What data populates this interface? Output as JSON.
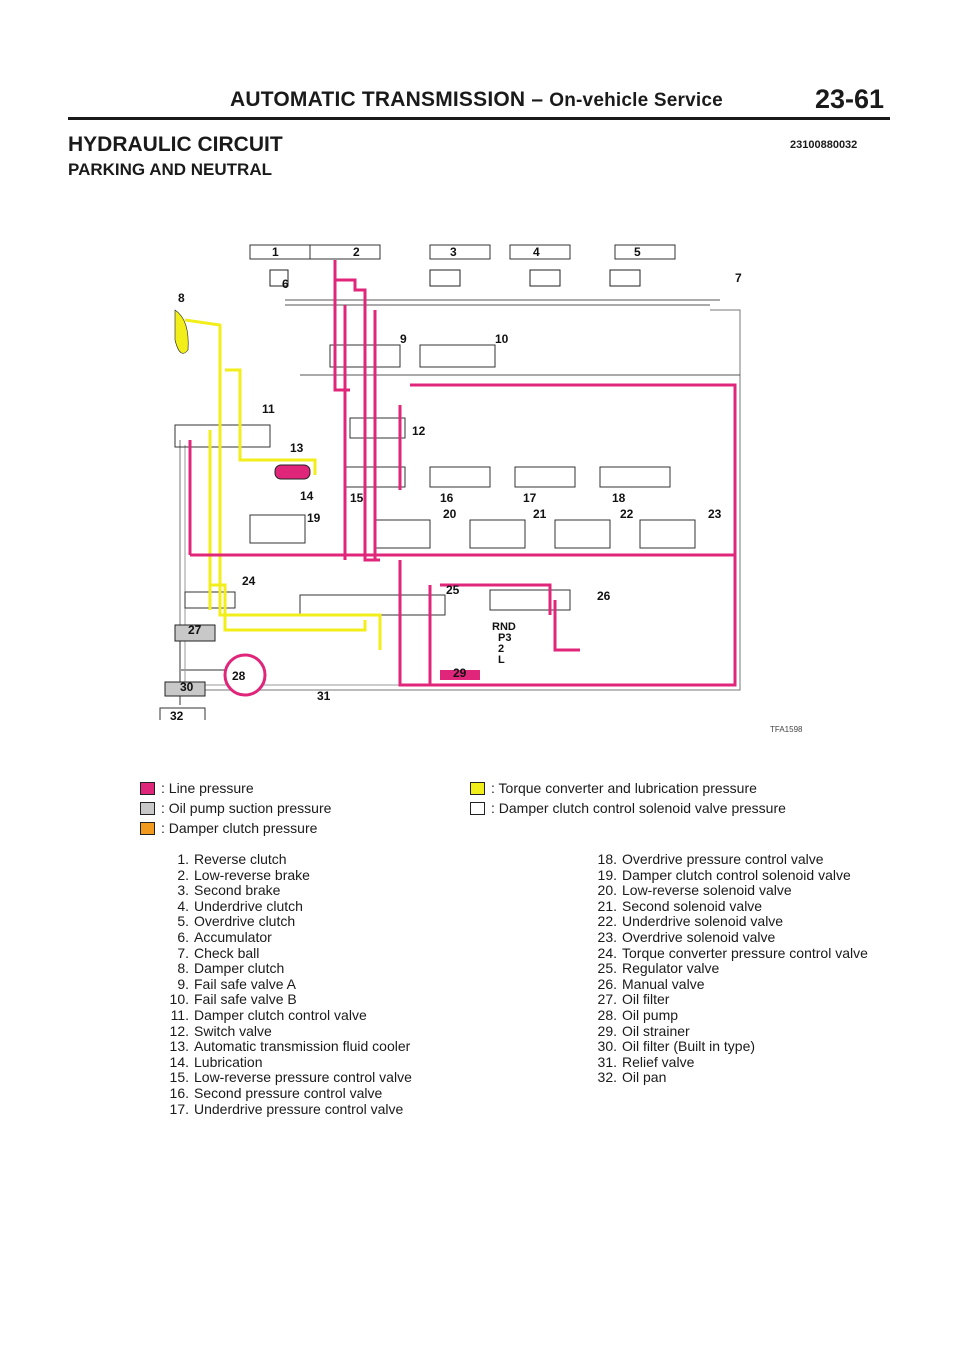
{
  "header": {
    "title_main": "AUTOMATIC TRANSMISSION",
    "title_sep": " – ",
    "title_sub": "On-vehicle Service",
    "page_number": "23-61"
  },
  "section": {
    "title": "HYDRAULIC CIRCUIT",
    "subtitle": "PARKING AND NEUTRAL",
    "doc_code": "23100880032"
  },
  "figure": {
    "code": "TFA1598",
    "colors": {
      "line_pressure": "#e0267a",
      "suction": "#c8c8c8",
      "damper": "#f29a1e",
      "torque": "#f2ee1a",
      "solenoid": "#ffffff"
    },
    "callouts": [
      "1",
      "2",
      "3",
      "4",
      "5",
      "6",
      "7",
      "8",
      "9",
      "10",
      "11",
      "12",
      "13",
      "14",
      "15",
      "16",
      "17",
      "18",
      "19",
      "20",
      "21",
      "22",
      "23",
      "24",
      "25",
      "26",
      "27",
      "28",
      "29",
      "30",
      "31",
      "32"
    ],
    "manual_positions": [
      "RND",
      "P3",
      "2",
      "L"
    ]
  },
  "legend": {
    "line_pressure": ": Line pressure",
    "suction": ": Oil pump suction pressure",
    "damper": ": Damper clutch pressure",
    "torque": ": Torque converter and lubrication pressure",
    "solenoid": ": Damper clutch control solenoid valve pressure"
  },
  "parts_left": [
    {
      "num": "1.",
      "name": "Reverse clutch"
    },
    {
      "num": "2.",
      "name": "Low-reverse brake"
    },
    {
      "num": "3.",
      "name": "Second brake"
    },
    {
      "num": "4.",
      "name": "Underdrive clutch"
    },
    {
      "num": "5.",
      "name": "Overdrive clutch"
    },
    {
      "num": "6.",
      "name": "Accumulator"
    },
    {
      "num": "7.",
      "name": "Check ball"
    },
    {
      "num": "8.",
      "name": "Damper clutch"
    },
    {
      "num": "9.",
      "name": "Fail safe valve A"
    },
    {
      "num": "10.",
      "name": "Fail safe valve B"
    },
    {
      "num": "11.",
      "name": "Damper clutch control valve"
    },
    {
      "num": "12.",
      "name": "Switch valve"
    },
    {
      "num": "13.",
      "name": "Automatic transmission fluid cooler"
    },
    {
      "num": "14.",
      "name": "Lubrication"
    },
    {
      "num": "15.",
      "name": "Low-reverse pressure control valve"
    },
    {
      "num": "16.",
      "name": "Second pressure control valve"
    },
    {
      "num": "17.",
      "name": "Underdrive pressure control valve"
    }
  ],
  "parts_right": [
    {
      "num": "18.",
      "name": "Overdrive pressure control valve"
    },
    {
      "num": "19.",
      "name": "Damper clutch control solenoid valve"
    },
    {
      "num": "20.",
      "name": "Low-reverse solenoid valve"
    },
    {
      "num": "21.",
      "name": "Second solenoid valve"
    },
    {
      "num": "22.",
      "name": "Underdrive solenoid valve"
    },
    {
      "num": "23.",
      "name": "Overdrive solenoid valve"
    },
    {
      "num": "24.",
      "name": "Torque converter pressure control valve"
    },
    {
      "num": "25.",
      "name": "Regulator valve"
    },
    {
      "num": "26.",
      "name": "Manual valve"
    },
    {
      "num": "27.",
      "name": "Oil filter"
    },
    {
      "num": "28.",
      "name": "Oil pump"
    },
    {
      "num": "29.",
      "name": "Oil strainer"
    },
    {
      "num": "30.",
      "name": "Oil filter (Built in type)"
    },
    {
      "num": "31.",
      "name": "Relief valve"
    },
    {
      "num": "32.",
      "name": "Oil pan"
    }
  ]
}
